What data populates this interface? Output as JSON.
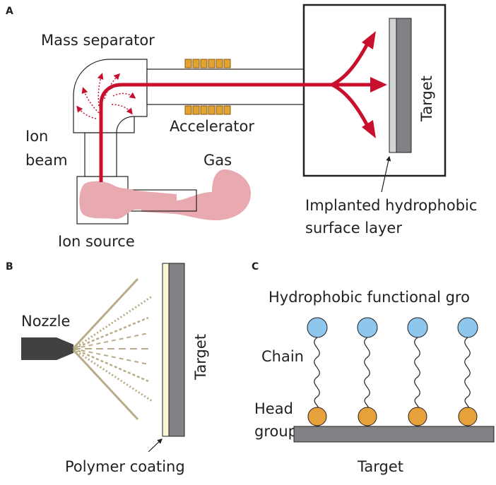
{
  "panels": {
    "a": {
      "letter": "A",
      "mass_separator": "Mass separator",
      "ion": "Ion",
      "beam": "beam",
      "accelerator": "Accelerator",
      "gas": "Gas",
      "ion_source": "Ion source",
      "target": "Target",
      "implanted_line1": "Implanted hydrophobic",
      "implanted_line2": "surface layer"
    },
    "b": {
      "letter": "B",
      "nozzle": "Nozzle",
      "target": "Target",
      "polymer_coating": "Polymer coating"
    },
    "c": {
      "letter": "C",
      "functional_group": "Hydrophobic functional gro",
      "chain": "Chain",
      "head": "Head",
      "group": "group",
      "target": "Target",
      "molecule_count": 4
    }
  },
  "colors": {
    "beam_red": "#c8102e",
    "gas_pink": "#e8a9b0",
    "coil_orange": "#e3a32f",
    "target_gray": "#808285",
    "implanted_layer": "#d1d3d4",
    "coating_cream": "#fbf7d4",
    "spray_tan": "#b9ab87",
    "nozzle_dark": "#414042",
    "blue_group": "#8ec6ee",
    "head_orange": "#e7a13a"
  }
}
